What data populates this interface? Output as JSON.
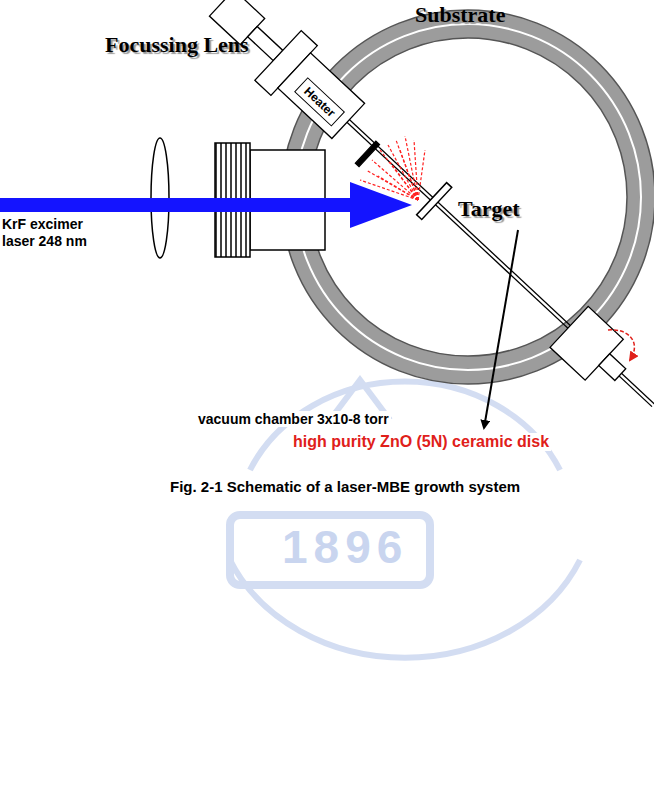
{
  "diagram": {
    "caption": "Fig. 2-1 Schematic of a laser-MBE growth system",
    "nodes": [
      {
        "text": [
          "Heater"
        ]
      }
    ],
    "labels": [
      "Focussing Lens",
      "Substrate",
      "Target",
      "KrF excimer laser 248 nm",
      "vacuum chamber 3x10-8 torr",
      "high purity ZnO (5N) ceramic disk",
      "1896"
    ]
  }
}
